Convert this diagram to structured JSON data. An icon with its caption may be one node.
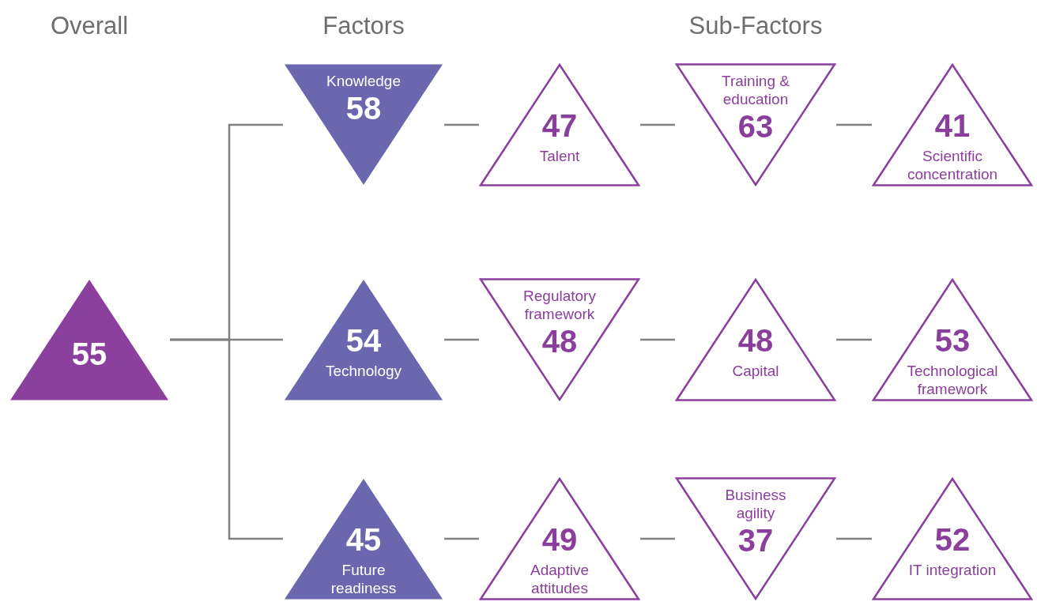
{
  "diagram": {
    "nodes": [
      {
        "text": [
          "55"
        ]
      },
      {
        "text": [
          "Knowledge",
          "58"
        ]
      },
      {
        "text": [
          "54",
          "Technology"
        ]
      },
      {
        "text": [
          "45",
          "Future readiness"
        ]
      },
      {
        "text": [
          "47",
          "Talent"
        ]
      },
      {
        "text": [
          "Training & education",
          "63"
        ]
      },
      {
        "text": [
          "41",
          "Scientific concentration"
        ]
      },
      {
        "text": [
          "Regulatory framework",
          "48"
        ]
      },
      {
        "text": [
          "48",
          "Capital"
        ]
      },
      {
        "text": [
          "53",
          "Technological framework"
        ]
      },
      {
        "text": [
          "49",
          "Adaptive attitudes"
        ]
      },
      {
        "text": [
          "Business agility",
          "37"
        ]
      },
      {
        "text": [
          "52",
          "IT integration"
        ]
      }
    ],
    "edges": [
      {
        "from": 0,
        "to": 1,
        "arrow": "none"
      },
      {
        "from": 0,
        "to": 2,
        "arrow": "none"
      },
      {
        "from": 0,
        "to": 3,
        "arrow": "none"
      },
      {
        "from": 1,
        "to": 4,
        "arrow": "none"
      },
      {
        "from": 4,
        "to": 5,
        "arrow": "none"
      },
      {
        "from": 5,
        "to": 6,
        "arrow": "none"
      },
      {
        "from": 2,
        "to": 7,
        "arrow": "none"
      },
      {
        "from": 7,
        "to": 8,
        "arrow": "none"
      },
      {
        "from": 8,
        "to": 9,
        "arrow": "none"
      },
      {
        "from": 3,
        "to": 10,
        "arrow": "none"
      },
      {
        "from": 10,
        "to": 11,
        "arrow": "none"
      },
      {
        "from": 11,
        "to": 12,
        "arrow": "none"
      }
    ],
    "labels": [
      "Overall",
      "Factors",
      "Sub-Factors"
    ]
  }
}
